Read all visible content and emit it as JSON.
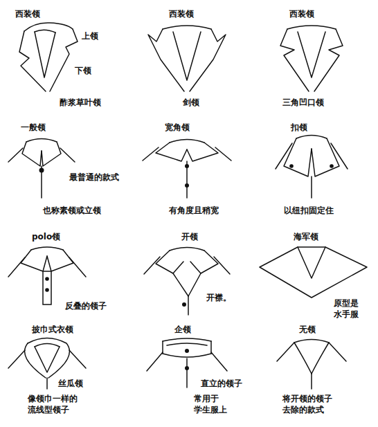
{
  "diagram": {
    "labels": [
      "西装领",
      "上领",
      "下领",
      "酢浆草叶领",
      "西装领",
      "剑领",
      "西装领",
      "三角凹口领",
      "一般领",
      "最普通的款式",
      "也称素领或立领",
      "宽角领",
      "有角度且稍宽",
      "扣领",
      "以纽扣固定住",
      "polo领",
      "反叠的领子",
      "开领",
      "开襟。",
      "海军领",
      "原型是 水手服",
      "披巾式衣领",
      "丝瓜领",
      "像领巾一样的 流线型领子",
      "企领",
      "直立的领子",
      "常用于 学生服上",
      "无领",
      "将开领的领子 去除的款式"
    ]
  }
}
